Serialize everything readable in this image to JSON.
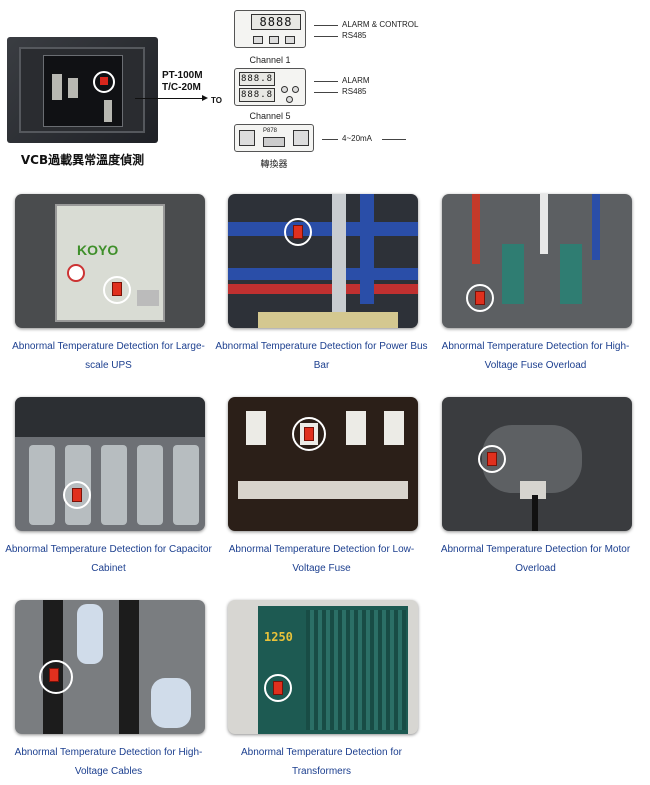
{
  "diagram": {
    "vcb_caption": "VCB過載異常溫度偵測",
    "pt_line1": "PT-100M",
    "pt_line2": "T/C-20M",
    "to_label": "TO",
    "channel1": {
      "display": "8888",
      "alarm": "ALARM & CONTROL",
      "rs485": "RS485",
      "label": "Channel 1"
    },
    "channel5": {
      "display_top": "888.8",
      "display_bottom": "888.8",
      "alarm": "ALARM",
      "rs485": "RS485",
      "label": "Channel 5"
    },
    "converter": {
      "model": "P878",
      "output": "4~20mA",
      "label": "轉換器"
    }
  },
  "gallery": [
    {
      "caption": "Abnormal Temperature Detection for Large-scale UPS",
      "photo_text": "KOYO"
    },
    {
      "caption": "Abnormal Temperature Detection for Power Bus Bar"
    },
    {
      "caption": "Abnormal Temperature Detection for High-Voltage Fuse Overload"
    },
    {
      "caption": "Abnormal Temperature Detection for Capacitor Cabinet"
    },
    {
      "caption": "Abnormal Temperature Detection for Low-Voltage Fuse"
    },
    {
      "caption": "Abnormal Temperature Detection for Motor Overload"
    },
    {
      "caption": "Abnormal Temperature Detection for High-Voltage Cables"
    },
    {
      "caption": "Abnormal Temperature Detection for Transformers",
      "photo_text": "1250"
    }
  ],
  "colors": {
    "caption_link": "#1c3f8f",
    "sensor_red": "#e0301e"
  }
}
